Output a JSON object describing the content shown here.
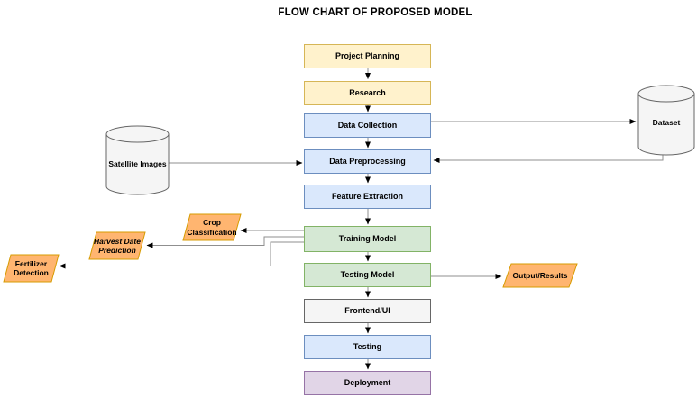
{
  "title": "FLOW CHART OF PROPOSED MODEL",
  "palette": {
    "planning_fill": "#FFF2CC",
    "planning_border": "#D6B656",
    "data_fill": "#DAE8FC",
    "data_border": "#6C8EBF",
    "model_fill": "#D5E8D4",
    "model_border": "#82B366",
    "neutral_fill": "#F5F5F5",
    "neutral_border": "#666666",
    "deployment_fill": "#E1D5E7",
    "deployment_border": "#9673A6",
    "output_fill": "#FFB570",
    "output_border": "#D79B00",
    "connector": "#8F8F8F",
    "arrowhead": "#000000",
    "text": "#000000",
    "background": "#FFFFFF"
  },
  "flow": {
    "nodes": [
      {
        "id": "project-planning",
        "label": "Project Planning",
        "shape": "process",
        "scheme": "yellow"
      },
      {
        "id": "research",
        "label": "Research",
        "shape": "process",
        "scheme": "yellow"
      },
      {
        "id": "data-collection",
        "label": "Data Collection",
        "shape": "process",
        "scheme": "blue"
      },
      {
        "id": "data-preprocessing",
        "label": "Data Preprocessing",
        "shape": "process",
        "scheme": "blue"
      },
      {
        "id": "feature-extraction",
        "label": "Feature Extraction",
        "shape": "process",
        "scheme": "blue"
      },
      {
        "id": "training-model",
        "label": "Training Model",
        "shape": "process",
        "scheme": "green"
      },
      {
        "id": "testing-model",
        "label": "Testing Model",
        "shape": "process",
        "scheme": "green"
      },
      {
        "id": "frontend-ui",
        "label": "Frontend/UI",
        "shape": "process",
        "scheme": "gray"
      },
      {
        "id": "testing",
        "label": "Testing",
        "shape": "process",
        "scheme": "blue"
      },
      {
        "id": "deployment",
        "label": "Deployment",
        "shape": "process",
        "scheme": "purple"
      }
    ],
    "stores": [
      {
        "id": "satellite-images",
        "label": "Satellite Images",
        "shape": "database-cylinder"
      },
      {
        "id": "dataset",
        "label": "Dataset",
        "shape": "database-cylinder"
      }
    ],
    "outputs": [
      {
        "id": "crop-classification",
        "label": "Crop Classification",
        "shape": "parallelogram"
      },
      {
        "id": "harvest-date-prediction",
        "label": "Harvest Date Prediction",
        "shape": "parallelogram"
      },
      {
        "id": "fertilizer-detection",
        "label": "Fertilizer Detection",
        "shape": "parallelogram"
      },
      {
        "id": "output-results",
        "label": "Output/Results",
        "shape": "parallelogram"
      }
    ],
    "edges": [
      "Project Planning -> Research",
      "Research -> Data Collection",
      "Data Collection -> Dataset",
      "Dataset -> Data Preprocessing",
      "Data Collection -> Data Preprocessing",
      "Satellite Images -> Data Preprocessing",
      "Data Preprocessing -> Feature Extraction",
      "Feature Extraction -> Training Model",
      "Training Model -> Crop Classification",
      "Training Model -> Harvest Date Prediction",
      "Training Model -> Fertilizer Detection",
      "Training Model -> Testing Model",
      "Testing Model -> Output/Results",
      "Testing Model -> Frontend/UI",
      "Frontend/UI -> Testing",
      "Testing -> Deployment"
    ]
  }
}
